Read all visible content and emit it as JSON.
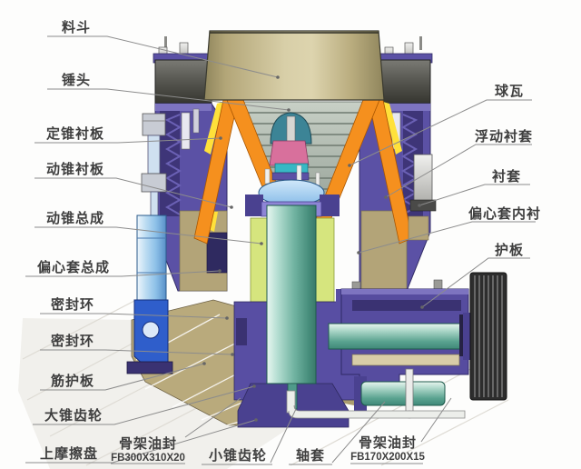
{
  "diagram": {
    "subject": "cone-crusher-cross-section"
  },
  "labels": {
    "left": [
      {
        "text": "料斗"
      },
      {
        "text": "锤头"
      },
      {
        "text": "定锥衬板"
      },
      {
        "text": "动锥衬板"
      },
      {
        "text": "动锥总成"
      },
      {
        "text": "偏心套总成"
      },
      {
        "text": "密封环"
      },
      {
        "text": "密封环"
      },
      {
        "text": "筋护板"
      },
      {
        "text": "大锥齿轮"
      },
      {
        "text": "上摩擦盘"
      }
    ],
    "right": [
      {
        "text": "球瓦"
      },
      {
        "text": "浮动衬套"
      },
      {
        "text": "衬套"
      },
      {
        "text": "偏心套内衬"
      },
      {
        "text": "护板"
      }
    ],
    "bottom": [
      {
        "text": "骨架油封",
        "code": "FB300X310X20"
      },
      {
        "text": "小锥齿轮"
      },
      {
        "text": "轴套"
      },
      {
        "text": "骨架油封",
        "code": "FB170X200X15"
      }
    ]
  },
  "colors": {
    "body_purple": "#5b51a5",
    "dark_purple": "#3e3578",
    "liner_orange": "#f5901e",
    "liner_yellow": "#ffe13a",
    "shaft_teal": "#5aa694",
    "hydraulic_blue": "#8cc0e8",
    "bracket_blue": "#2f5ecb",
    "base_tan": "#b9aa7c",
    "hopper_tan": "#d8cfa8",
    "pulley_dark": "#2d2d2d",
    "leader_line": "#8c8c8c",
    "label_text": "#3f3f3f"
  }
}
